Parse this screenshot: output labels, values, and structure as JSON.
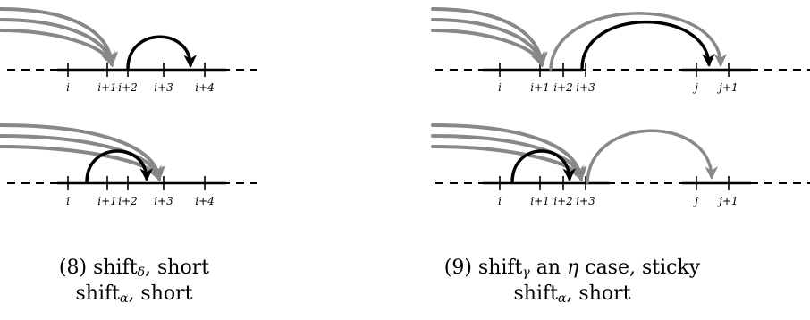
{
  "panels": [
    {
      "id": "p8-top",
      "labels": [
        "i",
        "i+1",
        "i+2",
        "i+3",
        "i+4"
      ]
    },
    {
      "id": "p8-bottom",
      "labels": [
        "i",
        "i+1",
        "i+2",
        "i+3",
        "i+4"
      ]
    },
    {
      "id": "p9-top",
      "labels": [
        "i",
        "i+1",
        "i+2",
        "i+3",
        "j",
        "j+1"
      ]
    },
    {
      "id": "p9-bottom",
      "labels": [
        "i",
        "i+1",
        "i+2",
        "i+3",
        "j",
        "j+1"
      ]
    }
  ],
  "captions": {
    "c8": {
      "number": "(8)",
      "line1_word": "shift",
      "line1_sub": "δ",
      "line1_rest": ", short",
      "line2_word": "shift",
      "line2_sub": "α",
      "line2_rest": ", short"
    },
    "c9": {
      "number": "(9)",
      "line1_word": "shift",
      "line1_sub": "γ",
      "line1_mid": " an ",
      "line1_eta": "η",
      "line1_rest": " case, sticky",
      "line2_word": "shift",
      "line2_sub": "α",
      "line2_rest": ", short"
    }
  },
  "colors": {
    "primary": "#000000",
    "secondary": "#888888"
  }
}
